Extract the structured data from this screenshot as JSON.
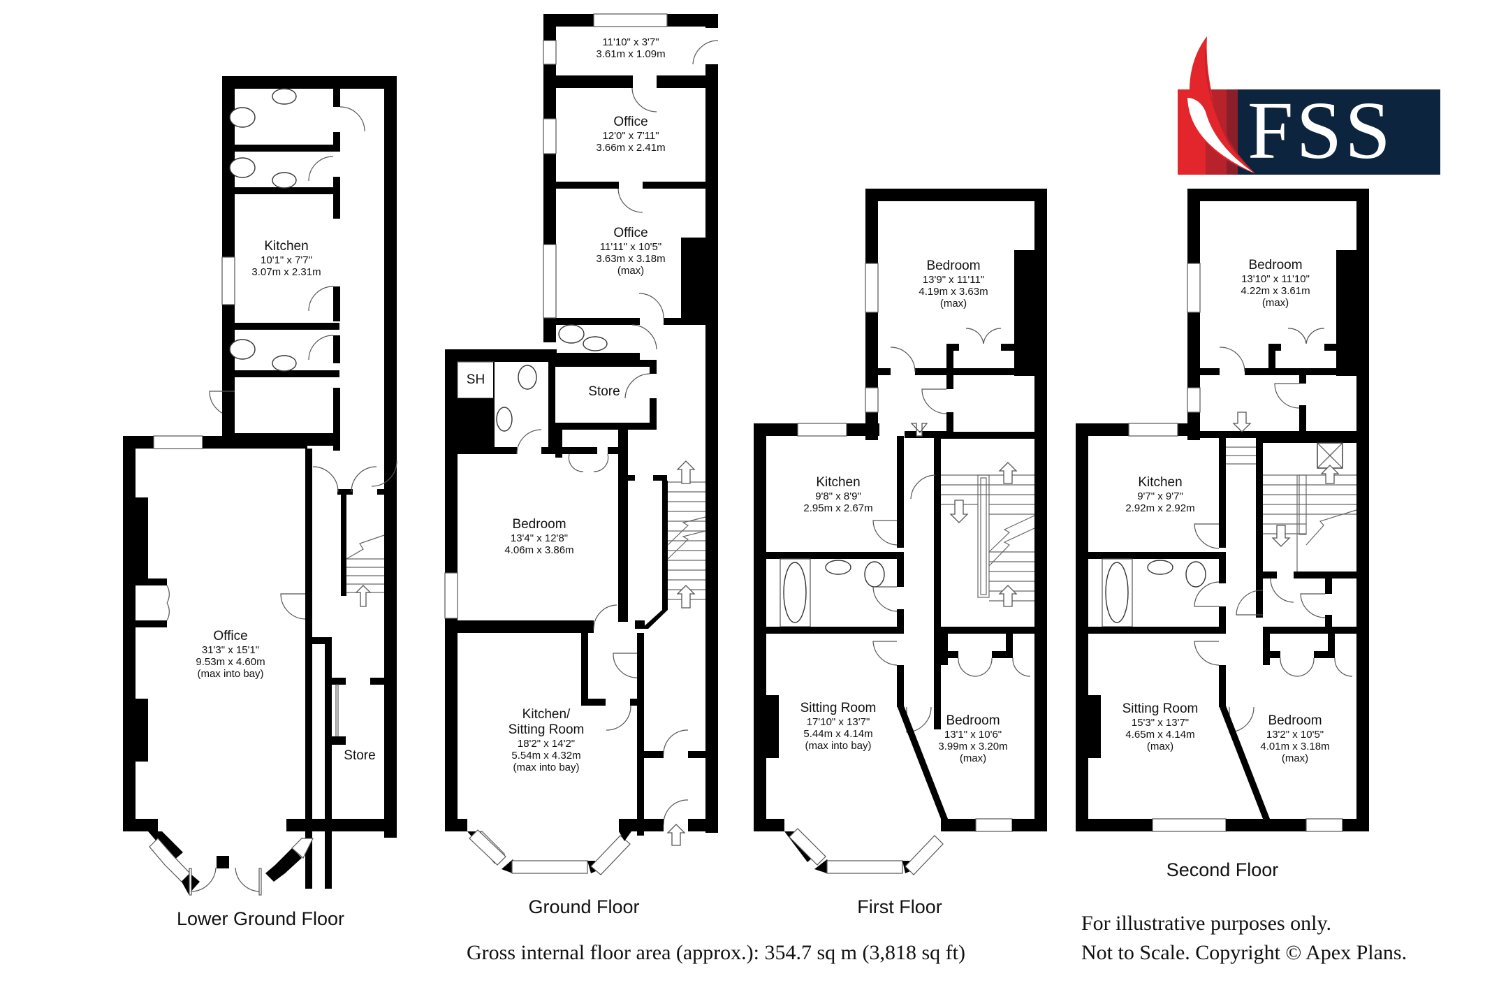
{
  "logo": {
    "text": "FSS",
    "colors": {
      "red": "#e3262b",
      "crimson": "#b8222b",
      "maroon": "#8a1f2a",
      "navy": "#0c243d"
    }
  },
  "floors": [
    {
      "title": "Lower Ground Floor",
      "rooms": [
        {
          "name": "Kitchen",
          "imperial": "10'1\" x 7'7\"",
          "metric": "3.07m x 2.31m",
          "note": ""
        },
        {
          "name": "Office",
          "imperial": "31'3\" x 15'1\"",
          "metric": "9.53m x 4.60m",
          "note": "(max into bay)"
        },
        {
          "name": "Store",
          "imperial": "",
          "metric": "",
          "note": ""
        }
      ]
    },
    {
      "title": "Ground Floor",
      "rooms": [
        {
          "name": "",
          "imperial": "11'10\" x 3'7\"",
          "metric": "3.61m x 1.09m",
          "note": ""
        },
        {
          "name": "Office",
          "imperial": "12'0\" x 7'11\"",
          "metric": "3.66m x 2.41m",
          "note": ""
        },
        {
          "name": "Office",
          "imperial": "11'11\" x 10'5\"",
          "metric": "3.63m x 3.18m",
          "note": "(max)"
        },
        {
          "name": "SH",
          "imperial": "",
          "metric": "",
          "note": ""
        },
        {
          "name": "Store",
          "imperial": "",
          "metric": "",
          "note": ""
        },
        {
          "name": "Bedroom",
          "imperial": "13'4\" x 12'8\"",
          "metric": "4.06m x 3.86m",
          "note": ""
        },
        {
          "name": "Kitchen/",
          "name2": "Sitting Room",
          "imperial": "18'2\" x 14'2\"",
          "metric": "5.54m x 4.32m",
          "note": "(max into bay)"
        }
      ]
    },
    {
      "title": "First Floor",
      "rooms": [
        {
          "name": "Bedroom",
          "imperial": "13'9\" x 11'11\"",
          "metric": "4.19m x 3.63m",
          "note": "(max)"
        },
        {
          "name": "Kitchen",
          "imperial": "9'8\" x 8'9\"",
          "metric": "2.95m x 2.67m",
          "note": ""
        },
        {
          "name": "Sitting Room",
          "imperial": "17'10\" x 13'7\"",
          "metric": "5.44m x 4.14m",
          "note": "(max into bay)"
        },
        {
          "name": "Bedroom",
          "imperial": "13'1\" x 10'6\"",
          "metric": "3.99m x 3.20m",
          "note": "(max)"
        }
      ]
    },
    {
      "title": "Second Floor",
      "rooms": [
        {
          "name": "Bedroom",
          "imperial": "13'10\" x 11'10\"",
          "metric": "4.22m x 3.61m",
          "note": "(max)"
        },
        {
          "name": "Kitchen",
          "imperial": "9'7\" x 9'7\"",
          "metric": "2.92m x 2.92m",
          "note": ""
        },
        {
          "name": "Sitting Room",
          "imperial": "15'3\" x 13'7\"",
          "metric": "4.65m x 4.14m",
          "note": "(max)"
        },
        {
          "name": "Bedroom",
          "imperial": "13'2\" x 10'5\"",
          "metric": "4.01m x 3.18m",
          "note": "(max)"
        }
      ]
    }
  ],
  "footer": {
    "gross_area": "Gross internal floor area (approx.): 354.7 sq m (3,818 sq ft)",
    "disclaimer_line1": "For illustrative purposes only.",
    "disclaimer_line2": "Not to Scale. Copyright © Apex Plans."
  }
}
